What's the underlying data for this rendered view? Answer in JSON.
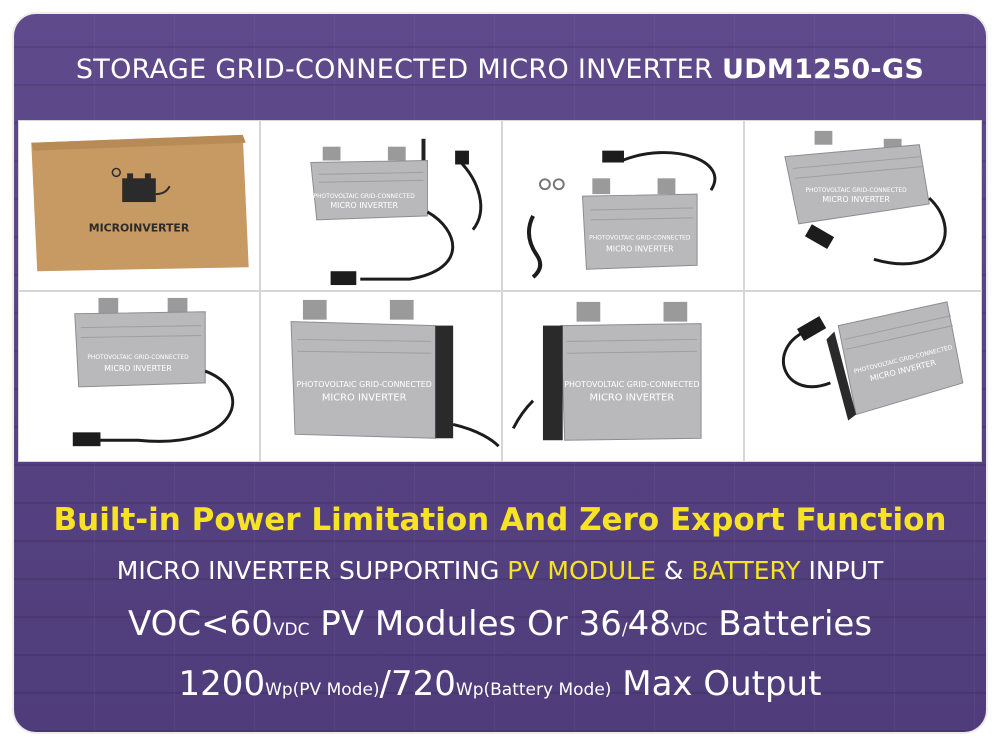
{
  "header": {
    "title_prefix": "STORAGE GRID-CONNECTED MICRO INVERTER ",
    "title_model": "UDM1250-GS"
  },
  "gallery": {
    "box_label": "MICROINVERTER",
    "device_label_line1": "PHOTOVOLTAIC GRID-CONNECTED",
    "device_label_line2": "MICRO INVERTER"
  },
  "features": {
    "line1": "Built-in Power Limitation And Zero Export Function",
    "line2_a": "MICRO INVERTER SUPPORTING ",
    "line2_b": "PV MODULE",
    "line2_c": " & ",
    "line2_d": "BATTERY",
    "line2_e": " INPUT",
    "line3_a": "VOC<60",
    "line3_b": "VDC",
    "line3_c": " PV Modules Or 36",
    "line3_d": "/",
    "line3_e": "48",
    "line3_f": "VDC",
    "line3_g": " Batteries",
    "line4_a": "1200",
    "line4_b": "Wp(PV Mode)",
    "line4_c": "/720",
    "line4_d": "Wp(Battery Mode)",
    "line4_e": " Max Output"
  },
  "colors": {
    "background": "#5a4584",
    "highlight": "#f7e324",
    "text": "#ffffff"
  }
}
